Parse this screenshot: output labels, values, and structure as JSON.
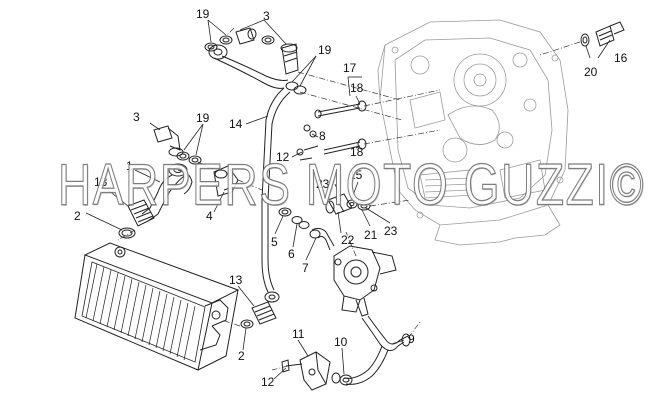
{
  "watermark": "HARPERS MOTO GUZZI©",
  "callouts": [
    "19",
    "3",
    "19",
    "3",
    "19",
    "14",
    "17",
    "18",
    "18",
    "15",
    "16",
    "20",
    "13",
    "1",
    "2",
    "4",
    "5",
    "6",
    "7",
    "8",
    "12",
    "22",
    "23",
    "21",
    "23",
    "13",
    "2",
    "11",
    "12",
    "10",
    "9"
  ]
}
